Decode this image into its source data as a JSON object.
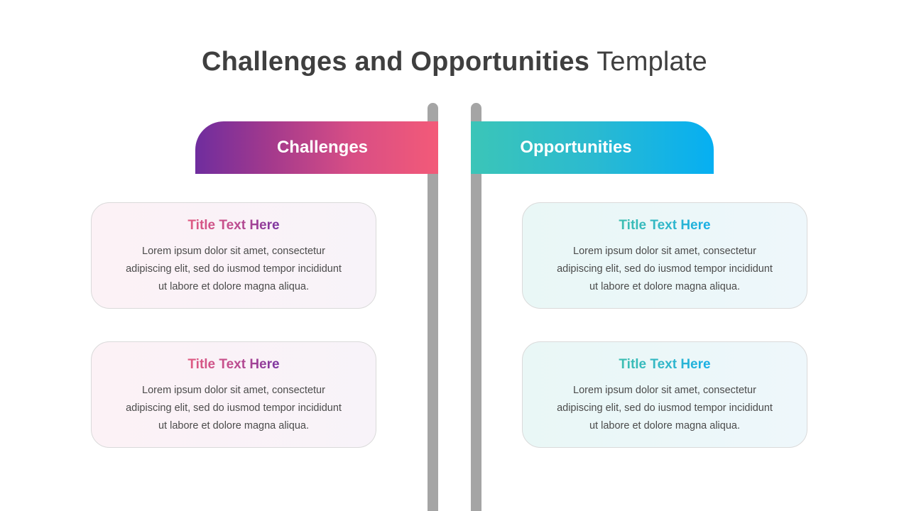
{
  "header": {
    "title_bold": "Challenges and Opportunities",
    "title_light": "Template"
  },
  "colors": {
    "pole": "#a5a5a5",
    "challenges_gradient": [
      "#6f2d9e",
      "#f35a78"
    ],
    "opportunities_gradient": [
      "#3bc5b8",
      "#06aff2"
    ],
    "title_text": "#3f3f3f",
    "body_text": "#4b4b4b"
  },
  "challenges": {
    "label": "Challenges",
    "cards": [
      {
        "title": "Title Text Here",
        "lines": [
          "Lorem ipsum dolor sit amet, consectetur",
          "adipiscing elit, sed do iusmod tempor incididunt",
          "ut labore et dolore magna aliqua."
        ]
      },
      {
        "title": "Title Text Here",
        "lines": [
          "Lorem ipsum dolor sit amet, consectetur",
          "adipiscing elit, sed do iusmod tempor incididunt",
          "ut labore et dolore magna aliqua."
        ]
      }
    ]
  },
  "opportunities": {
    "label": "Opportunities",
    "cards": [
      {
        "title": "Title Text Here",
        "lines": [
          "Lorem ipsum dolor sit amet, consectetur",
          "adipiscing elit, sed do iusmod tempor incididunt",
          "ut labore et dolore magna aliqua."
        ]
      },
      {
        "title": "Title Text Here",
        "lines": [
          "Lorem ipsum dolor sit amet, consectetur",
          "adipiscing elit, sed do iusmod tempor incididunt",
          "ut labore et dolore magna aliqua."
        ]
      }
    ]
  }
}
